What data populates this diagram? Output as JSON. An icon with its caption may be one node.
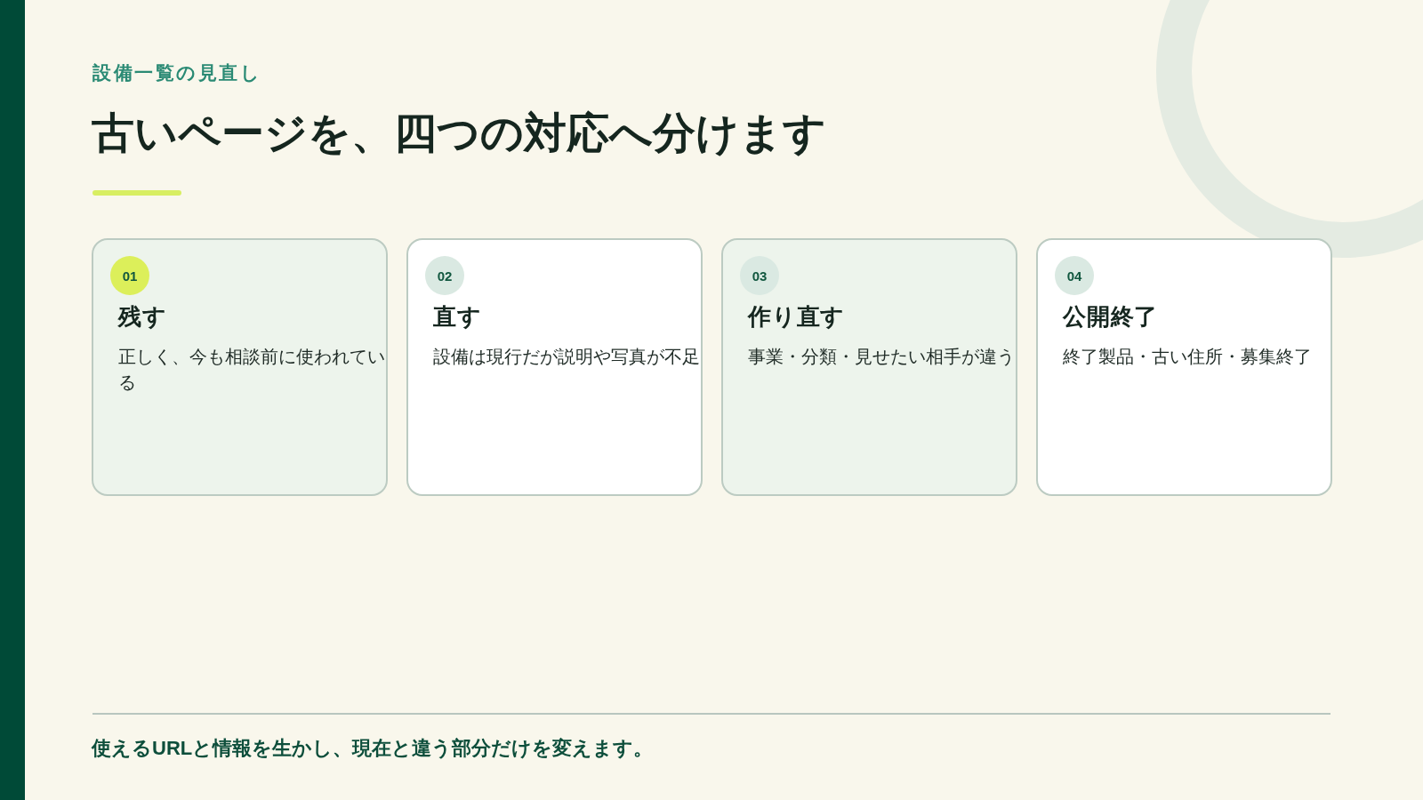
{
  "diagram": {
    "title": "古いページを、四つの対応へ分けます",
    "nodes": [
      {
        "text": [
          "残す",
          "正しく、今も相談前に使われている"
        ]
      },
      {
        "text": [
          "01"
        ],
        "in": 0
      },
      {
        "text": [
          "直す",
          "設備は現行だが説明や写真が不足"
        ]
      },
      {
        "text": [
          "02"
        ],
        "in": 2
      },
      {
        "text": [
          "作り直す",
          "事業・分類・見せたい相手が違う"
        ]
      },
      {
        "text": [
          "03"
        ],
        "in": 4
      },
      {
        "text": [
          "公開終了",
          "終了製品・古い住所・募集終了"
        ]
      },
      {
        "text": [
          "04"
        ],
        "in": 6
      }
    ],
    "labels": [
      "設備一覧の見直し"
    ],
    "caption": "使えるURLと情報を生かし、現在と違う部分だけを変えます。"
  }
}
